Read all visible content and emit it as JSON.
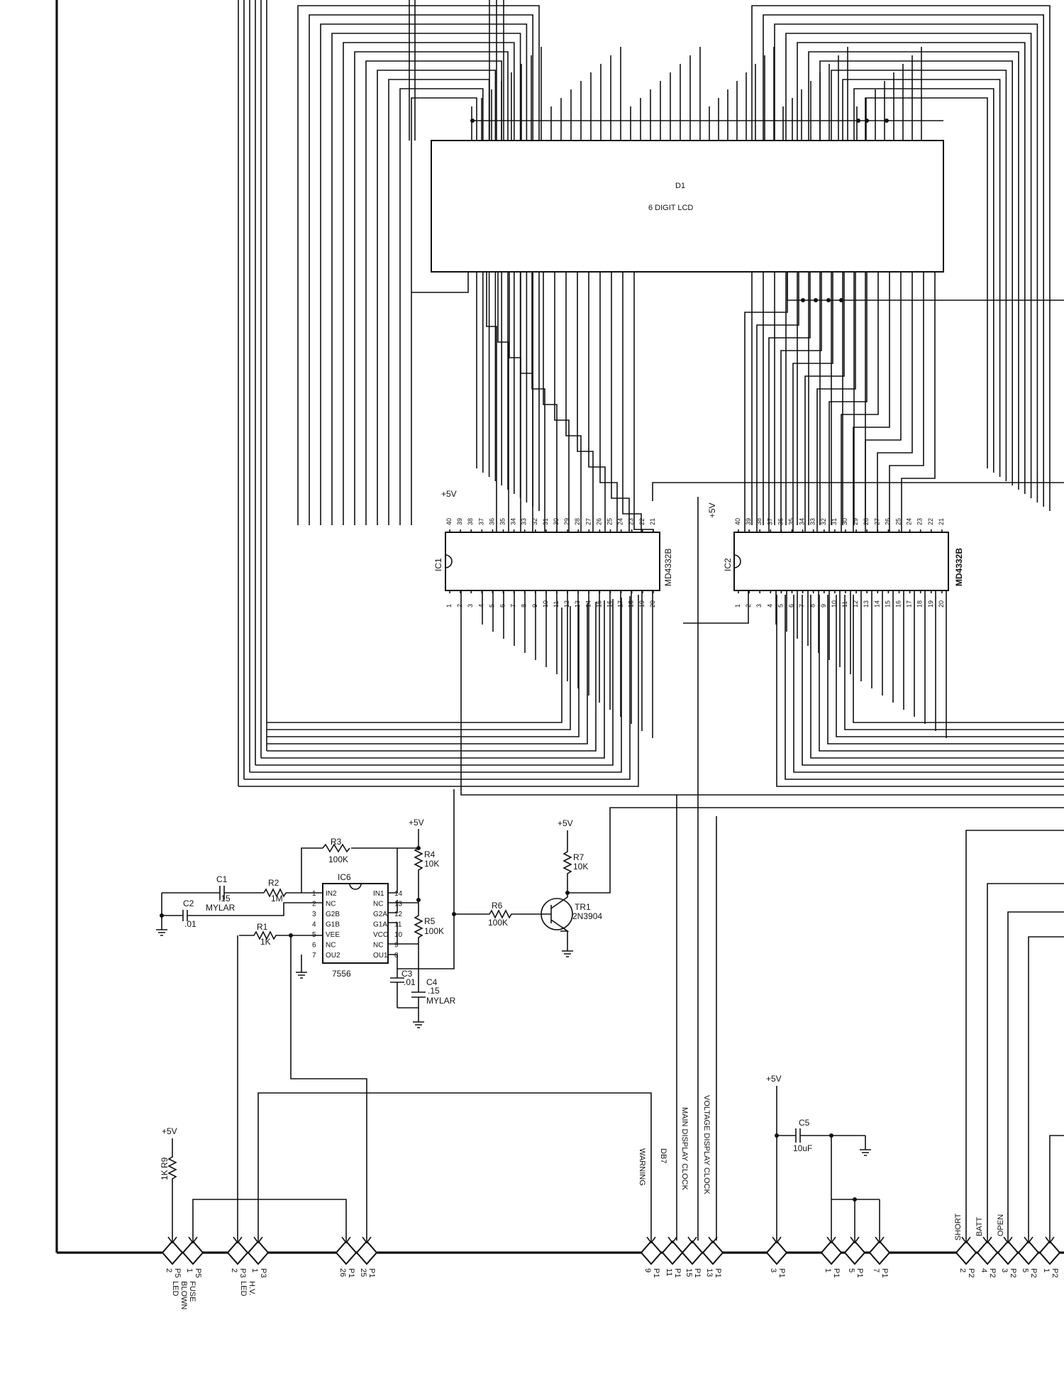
{
  "display": {
    "ref": "D1",
    "desc": "6 DIGIT LCD"
  },
  "ic1": {
    "ref": "IC1",
    "part": "MD4332B",
    "supply": "+5V",
    "top_pins": [
      "40",
      "39",
      "38",
      "37",
      "36",
      "35",
      "34",
      "33",
      "32",
      "31",
      "30",
      "29",
      "28",
      "27",
      "26",
      "25",
      "24",
      "23",
      "22",
      "21"
    ],
    "bottom_pins": [
      "1",
      "2",
      "3",
      "4",
      "5",
      "6",
      "7",
      "8",
      "9",
      "10",
      "11",
      "12",
      "13",
      "14",
      "15",
      "16",
      "17",
      "18",
      "19",
      "20"
    ]
  },
  "ic2": {
    "ref": "IC2",
    "part": "MD4332B",
    "supply": "+5V",
    "top_pins": [
      "40",
      "39",
      "38",
      "37",
      "36",
      "35",
      "34",
      "33",
      "32",
      "31",
      "30",
      "29",
      "28",
      "27",
      "26",
      "25",
      "24",
      "23",
      "22",
      "21"
    ],
    "bottom_pins": [
      "1",
      "2",
      "3",
      "4",
      "5",
      "6",
      "7",
      "8",
      "9",
      "10",
      "11",
      "12",
      "13",
      "14",
      "15",
      "16",
      "17",
      "18",
      "19",
      "20"
    ]
  },
  "ic6": {
    "ref": "IC6",
    "part": "7556",
    "left_pins": [
      "1",
      "2",
      "3",
      "4",
      "5",
      "6",
      "7"
    ],
    "right_pins": [
      "14",
      "13",
      "12",
      "11",
      "10",
      "9",
      "8"
    ],
    "left_labels": [
      "IN2",
      "NC",
      "G2B",
      "G1B",
      "VEE",
      "NC",
      "OU2"
    ],
    "right_labels": [
      "IN1",
      "NC",
      "G2A",
      "G1A",
      "VCC",
      "NC",
      "OU1"
    ]
  },
  "components": {
    "r1": {
      "ref": "R1",
      "value": "1K"
    },
    "r2": {
      "ref": "R2",
      "value": "1M"
    },
    "r3": {
      "ref": "R3",
      "value": "100K"
    },
    "r4": {
      "ref": "R4",
      "value": "10K"
    },
    "r5": {
      "ref": "R5",
      "value": "100K"
    },
    "r6": {
      "ref": "R6",
      "value": "100K"
    },
    "r7": {
      "ref": "R7",
      "value": "10K"
    },
    "r9": {
      "ref": "R9",
      "value": "1K"
    },
    "c1": {
      "ref": "C1",
      "value": ".15",
      "type": "MYLAR"
    },
    "c2": {
      "ref": "C2",
      "value": ".01"
    },
    "c3": {
      "ref": "C3",
      "value": ".01"
    },
    "c4": {
      "ref": "C4",
      "value": ".15",
      "type": "MYLAR"
    },
    "c5": {
      "ref": "C5",
      "value": "10uF"
    },
    "tr1": {
      "ref": "TR1",
      "part": "2N3904"
    }
  },
  "rails": {
    "plus5": "+5V"
  },
  "signals": {
    "warning": "WARNING",
    "db7": "DB7",
    "main_clock": "MAIN DISPLAY CLOCK",
    "voltage_clock": "VOLTAGE DISPLAY CLOCK",
    "short": "SHORT",
    "batt": "BATT",
    "open": "OPEN"
  },
  "connectors": [
    {
      "conn": "P5",
      "pin": "2"
    },
    {
      "conn": "P5",
      "pin": "1"
    },
    {
      "conn": "P3",
      "pin": "2"
    },
    {
      "conn": "P3",
      "pin": "1"
    },
    {
      "conn": "P1",
      "pin": "26"
    },
    {
      "conn": "P1",
      "pin": "25"
    },
    {
      "conn": "P1",
      "pin": "9"
    },
    {
      "conn": "P1",
      "pin": "11"
    },
    {
      "conn": "P1",
      "pin": "15"
    },
    {
      "conn": "P1",
      "pin": "13"
    },
    {
      "conn": "P1",
      "pin": "3"
    },
    {
      "conn": "P1",
      "pin": "1"
    },
    {
      "conn": "P1",
      "pin": "5"
    },
    {
      "conn": "P1",
      "pin": "7"
    },
    {
      "conn": "P2",
      "pin": "2"
    },
    {
      "conn": "P2",
      "pin": "4"
    },
    {
      "conn": "P2",
      "pin": "3"
    },
    {
      "conn": "P2",
      "pin": "5"
    },
    {
      "conn": "P2",
      "pin": "1"
    }
  ],
  "connector_groups": {
    "fuse_led": [
      "FUSE",
      "BLOWN",
      "LED"
    ],
    "hv_led": [
      "H.V.",
      "LED"
    ]
  }
}
